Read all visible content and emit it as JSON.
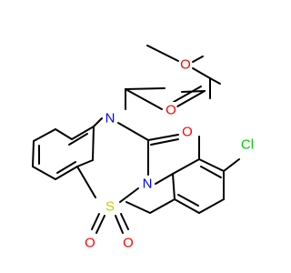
{
  "molecule": {
    "atoms": {
      "O_ester": "O",
      "O_carbonyl_ester": "O",
      "N4": "N",
      "O_lactam": "O",
      "N2": "N",
      "S1": "S",
      "O_sulfonyl_a": "O",
      "O_sulfonyl_b": "O",
      "Cl": "Cl"
    },
    "colors": {
      "O": "#ff0000",
      "N": "#0000ff",
      "S": "#cccc00",
      "Cl": "#00cc00",
      "bond": "#000000"
    }
  }
}
